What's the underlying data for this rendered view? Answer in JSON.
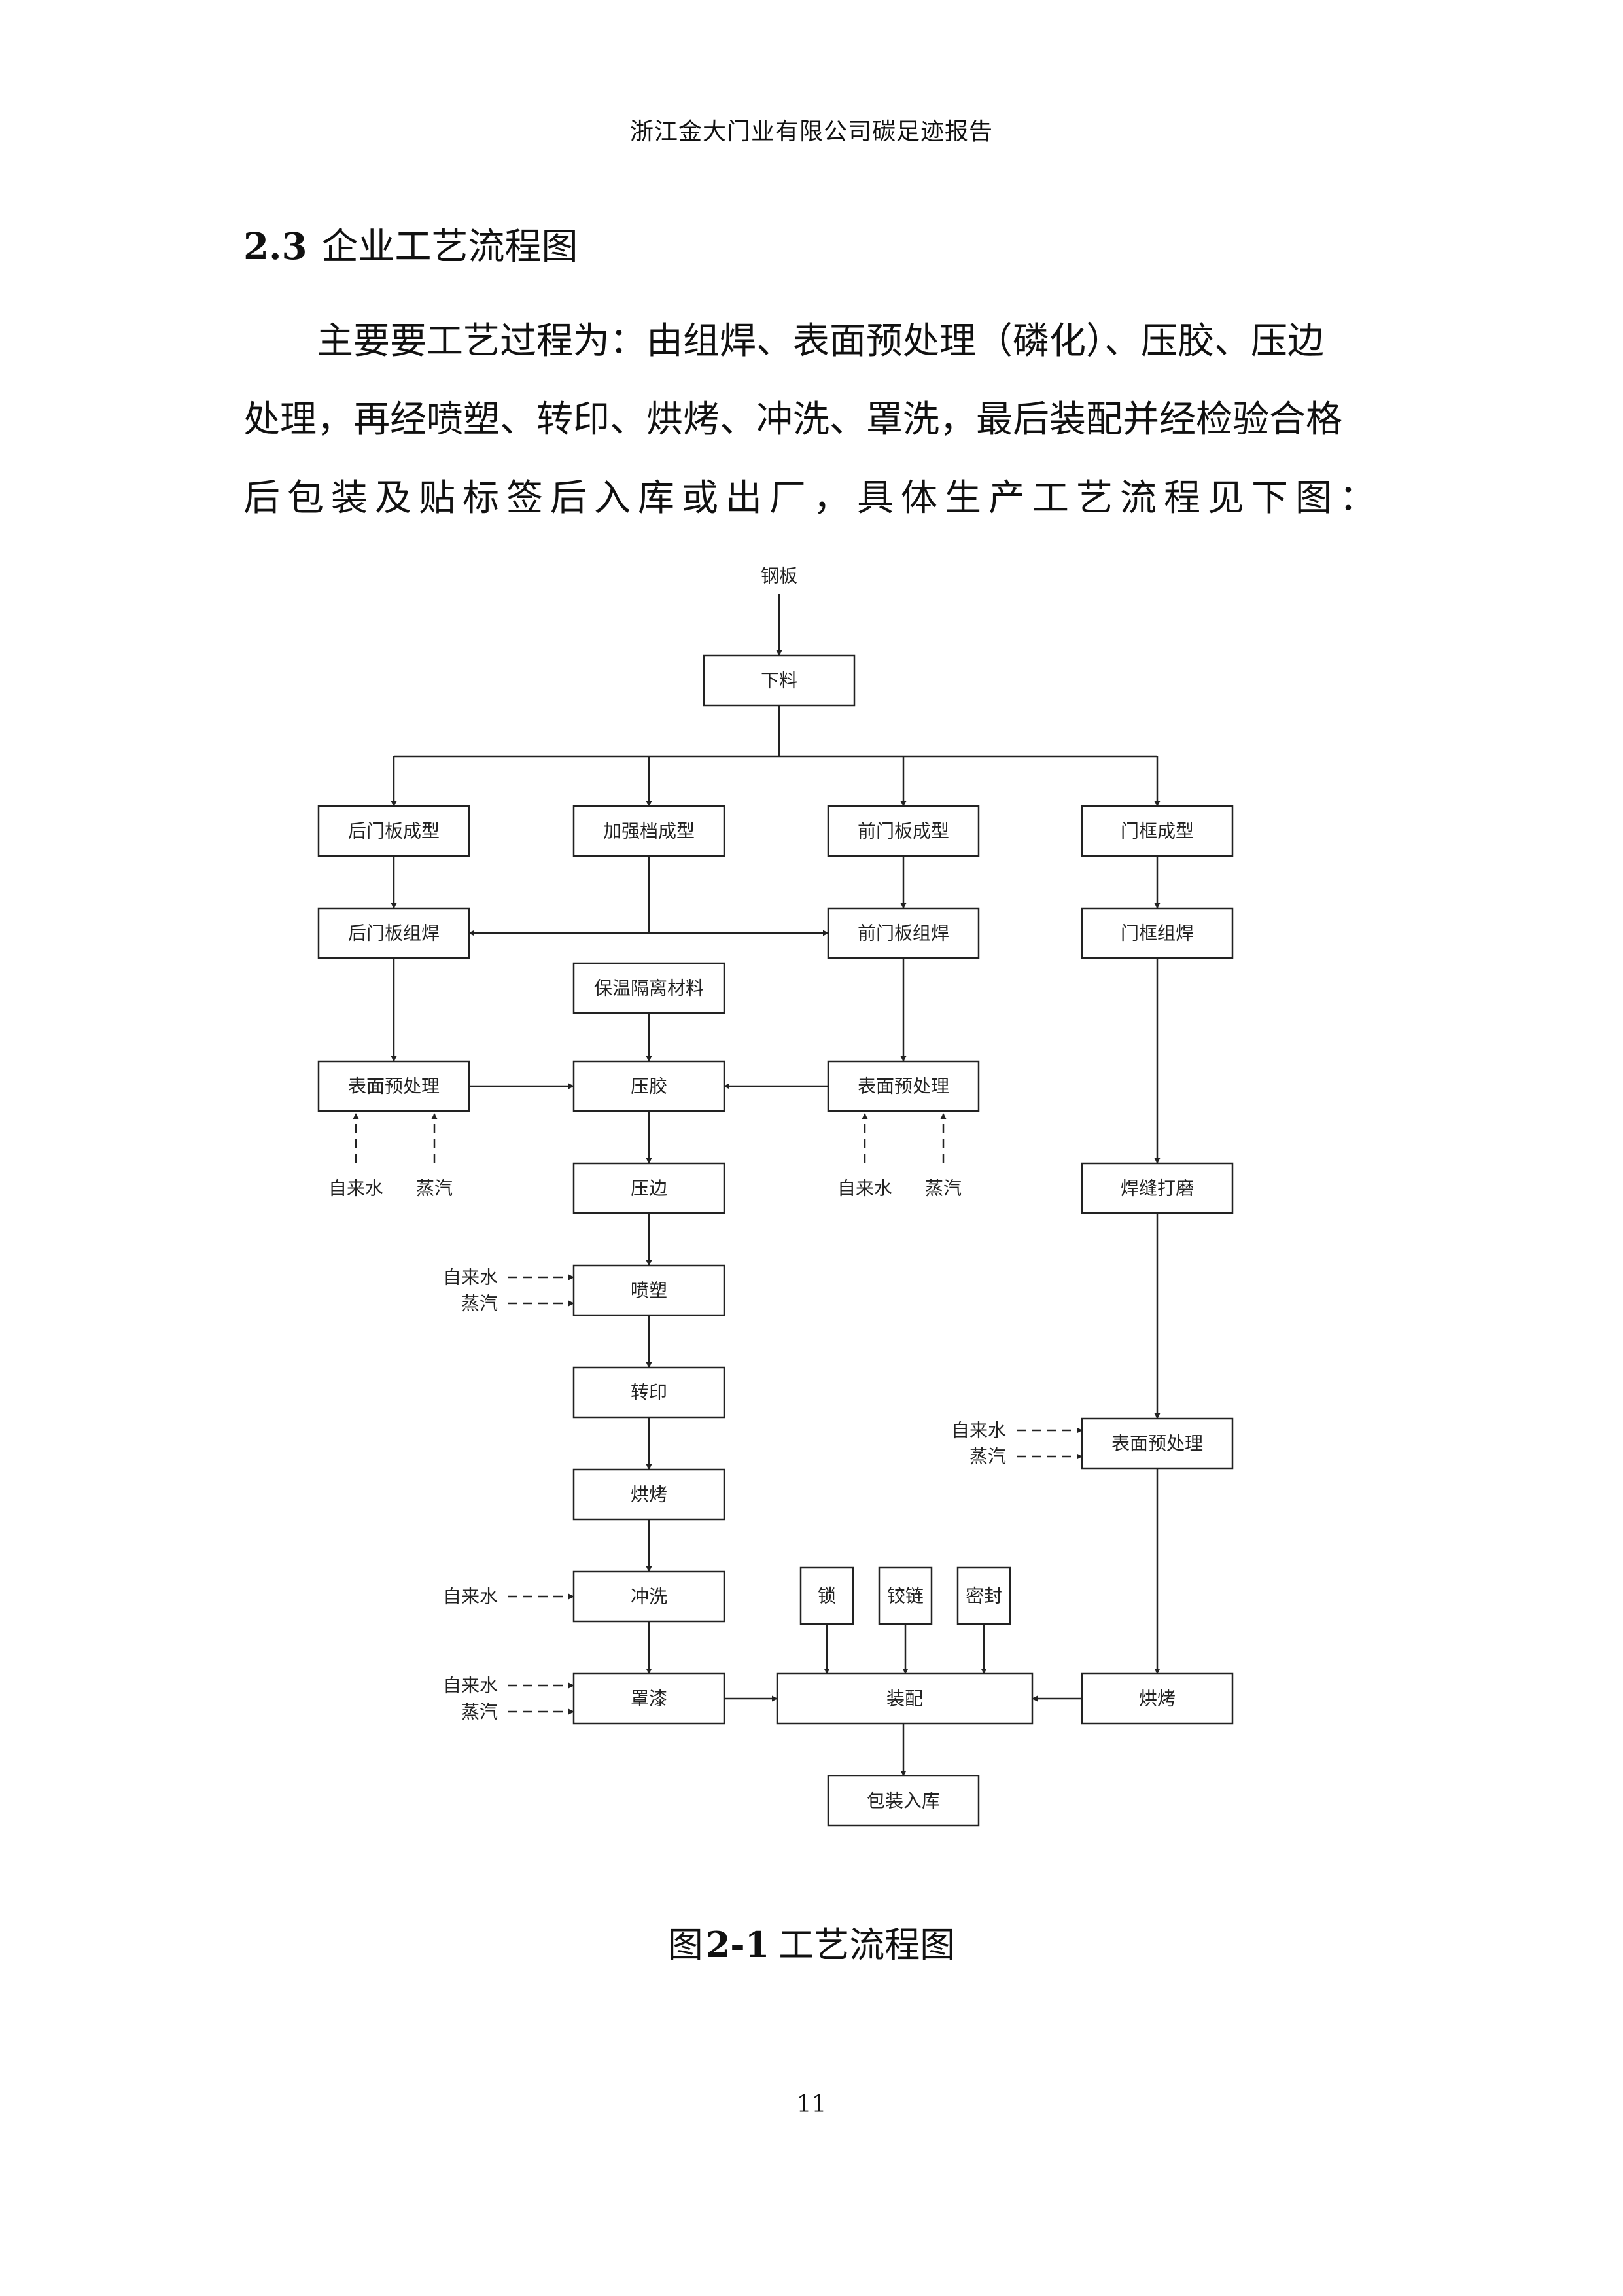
{
  "header": {
    "text": "浙江金大门业有限公司碳足迹报告"
  },
  "section": {
    "number": "2.3",
    "title": "企业工艺流程图"
  },
  "paragraph": {
    "line1": "主要要工艺过程为：由组焊、表面预处理（磷化）、压胶、压边",
    "line2": "处理，再经喷塑、转印、烘烤、冲洗、罩洗，最后装配并经检验合格",
    "line3": "后包装及贴标签后入库或出厂，具体生产工艺流程见下图："
  },
  "flowchart": {
    "input": "钢板",
    "nodes": {
      "xialiao": "下料",
      "houmenban_chengxing": "后门板成型",
      "jiaqiangdang_chengxing": "加强档成型",
      "qianmenban_chengxing": "前门板成型",
      "menkuang_chengxing": "门框成型",
      "houmenban_zuhan": "后门板组焊",
      "qianmenban_zuhan": "前门板组焊",
      "menkuang_zuhan": "门框组焊",
      "baowen": "保温隔离材料",
      "biaomian_left": "表面预处理",
      "yajiao": "压胶",
      "biaomian_mid": "表面预处理",
      "yabian": "压边",
      "hanfeng": "焊缝打磨",
      "pensu": "喷塑",
      "zhuanyin": "转印",
      "honkao_left": "烘烤",
      "biaomian_right": "表面预处理",
      "chongxi": "冲洗",
      "suo": "锁",
      "jiaolian": "铰链",
      "mifeng": "密封",
      "zhaoqi": "罩漆",
      "zhuangpei": "装配",
      "honkao_right": "烘烤",
      "baozhuang": "包装入库"
    },
    "inputs": {
      "water": "自来水",
      "steam": "蒸汽"
    }
  },
  "figure": {
    "label": "图",
    "number": "2-1",
    "title": "工艺流程图"
  },
  "page": {
    "number": "11"
  }
}
